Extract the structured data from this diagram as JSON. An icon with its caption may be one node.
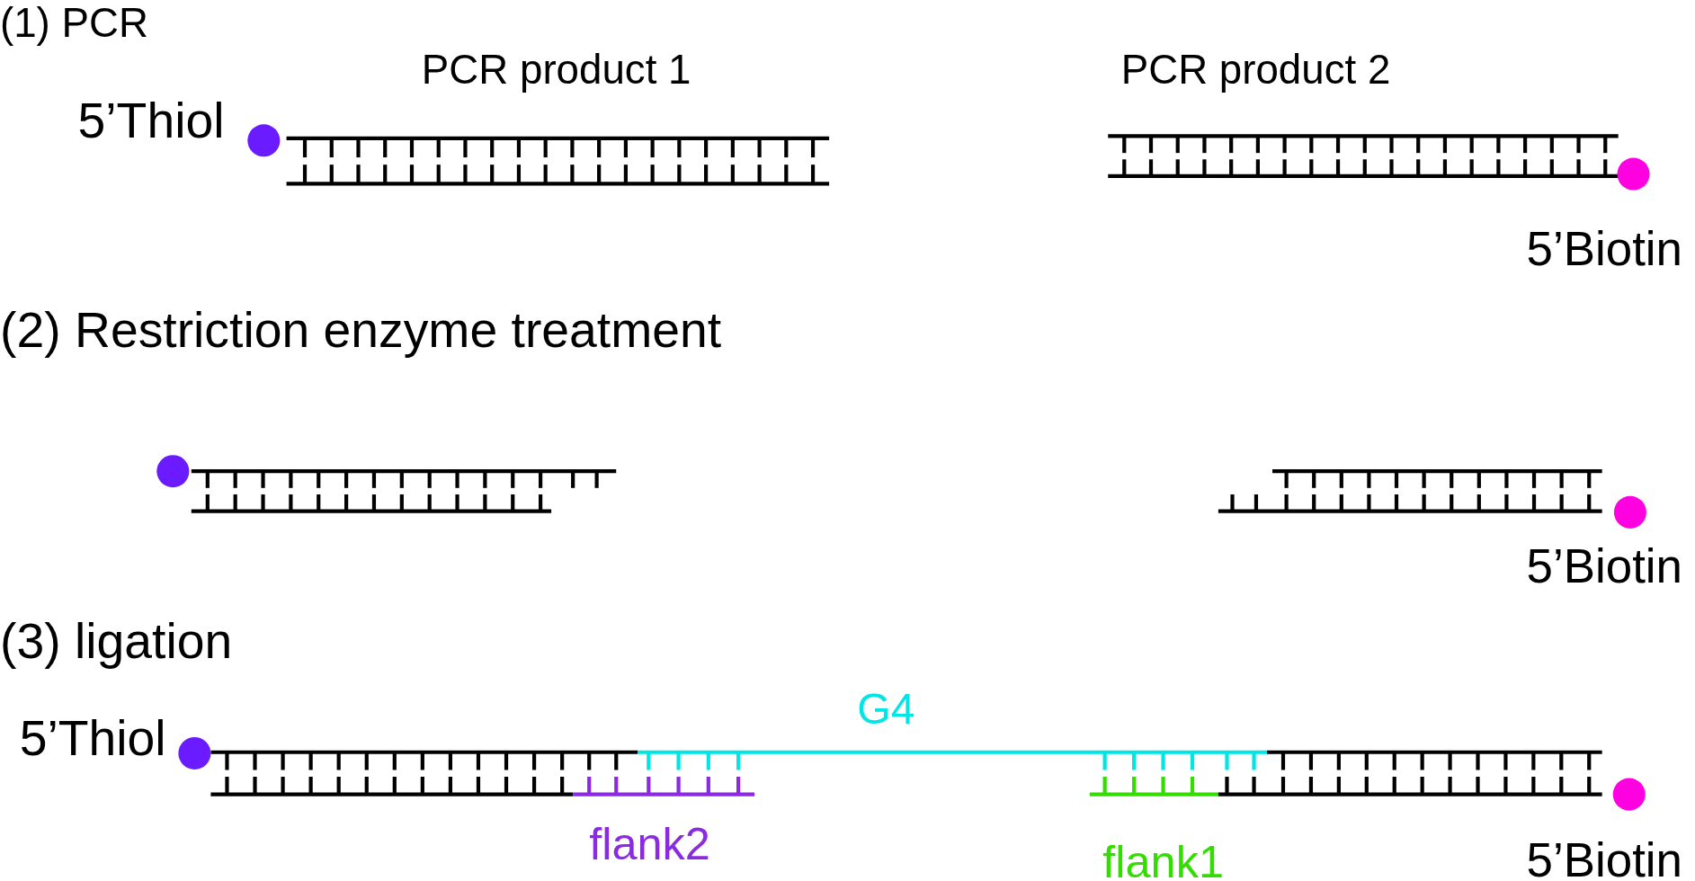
{
  "diagram": {
    "labels": [
      "(1) PCR",
      "PCR product 1",
      "5’Thiol",
      "PCR product 2",
      "5’Biotin",
      "(2) Restriction enzyme treatment",
      "5’Biotin",
      "(3) ligation",
      "G4",
      "5’Thiol",
      "flank2",
      "flank1",
      "5’Biotin"
    ]
  }
}
